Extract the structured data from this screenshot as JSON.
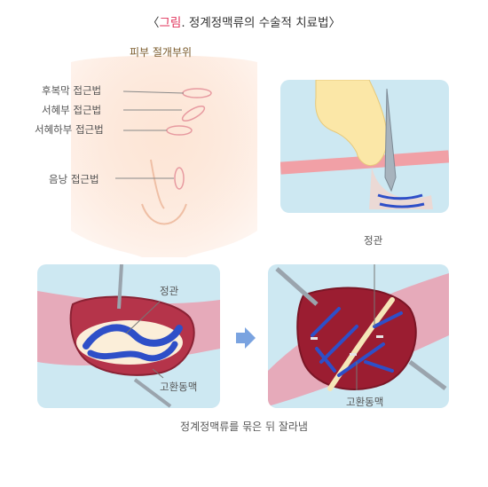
{
  "title": {
    "prefix": "〈",
    "highlight": "그림",
    "text": ". 정계정맥류의 수술적 치료법〉"
  },
  "body_panel": {
    "heading": "피부 절개부위",
    "labels": [
      "후복막 접근법",
      "서혜부 접근법",
      "서혜하부 접근법",
      "음낭 접근법"
    ]
  },
  "left_panel": {
    "labels": [
      "정관",
      "고환동맥"
    ]
  },
  "right_panel": {
    "labels": [
      "정관",
      "고환동맥"
    ]
  },
  "caption": "정계정맥류를 묶은 뒤 잘라냄",
  "colors": {
    "accent": "#e0325a",
    "panel_bg": "#cde8f2",
    "skin": "#f9d9c3",
    "vein": "#2e4fc8",
    "tissue": "#e97a90"
  }
}
